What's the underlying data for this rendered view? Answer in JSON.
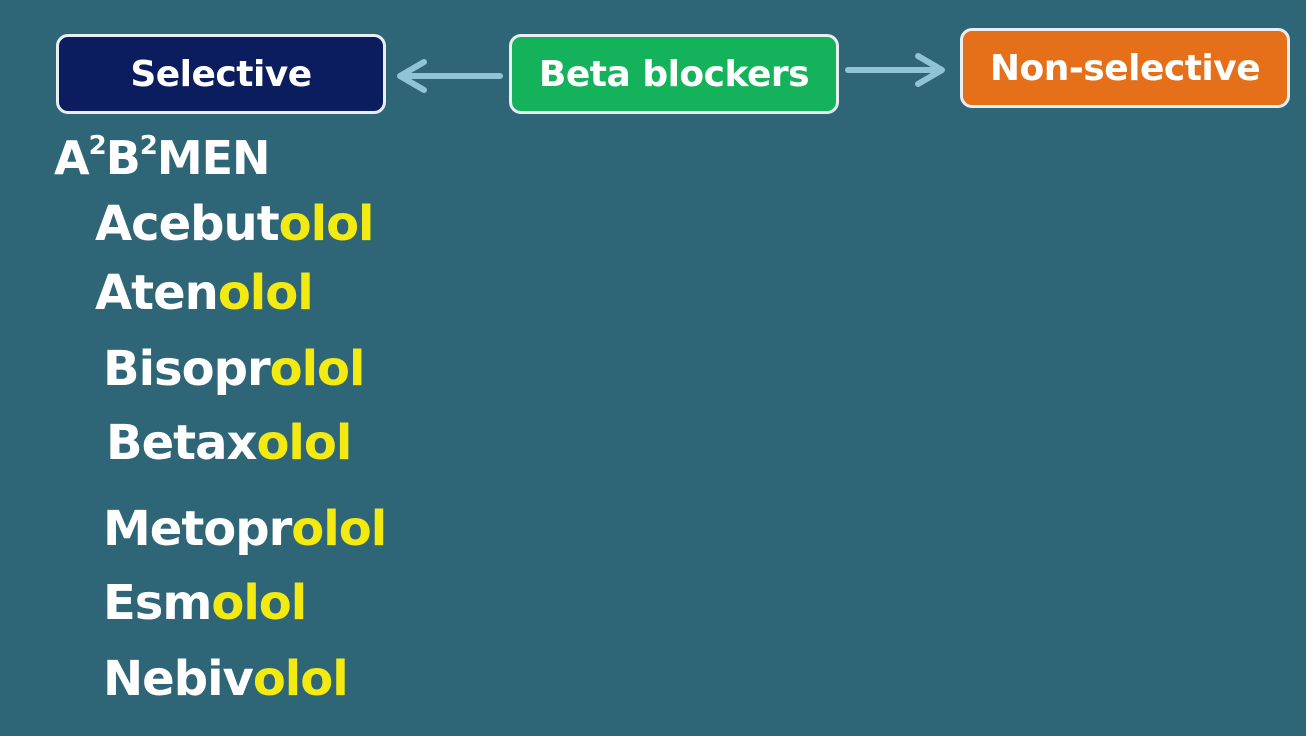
{
  "boxes": {
    "selective": "Selective",
    "center": "Beta blockers",
    "nonselective": "Non-selective"
  },
  "mnemonic": {
    "a": "A",
    "a_sup": "2",
    "b": "B",
    "b_sup": "2",
    "rest": "MEN"
  },
  "drugs": [
    {
      "stem": "Acebut",
      "suffix": "olol"
    },
    {
      "stem": "Aten",
      "suffix": "olol"
    },
    {
      "stem": "Bisopr",
      "suffix": "olol"
    },
    {
      "stem": "Betax",
      "suffix": "olol"
    },
    {
      "stem": "Metopr",
      "suffix": "olol"
    },
    {
      "stem": "Esm",
      "suffix": "olol"
    },
    {
      "stem": "Nebiv",
      "suffix": "olol"
    }
  ],
  "colors": {
    "background": "#2e6577",
    "selective_box": "#0b1d5e",
    "center_box": "#14b35b",
    "nonselective_box": "#e66f1a",
    "suffix_highlight": "#f3ea12",
    "arrow": "#8fc4d6"
  }
}
